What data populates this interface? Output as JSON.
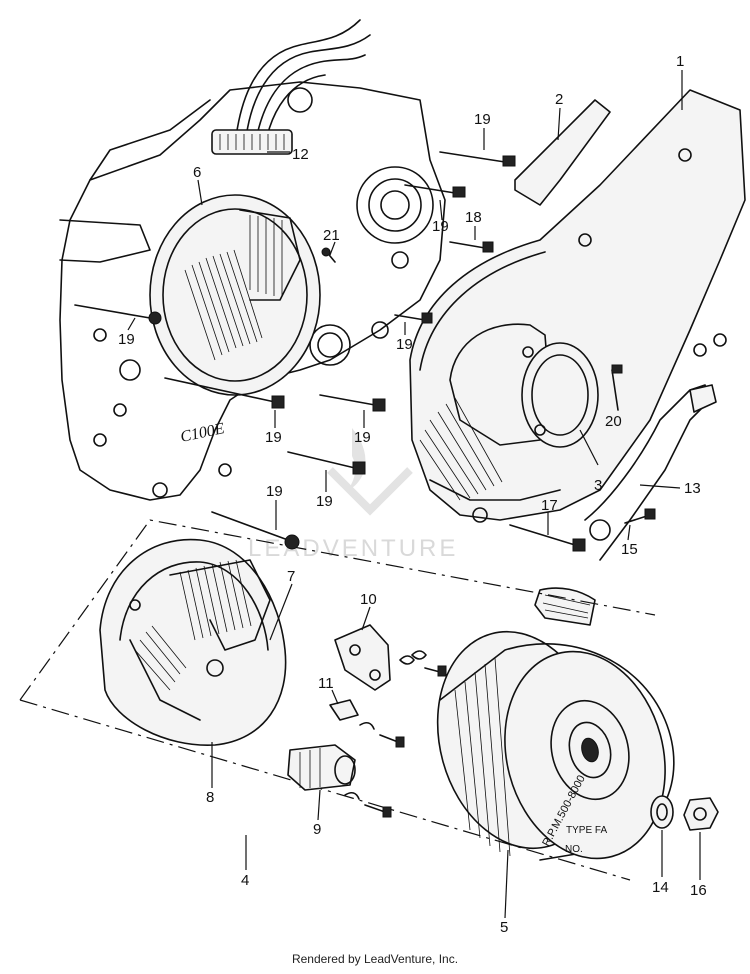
{
  "watermark": "LEADVENTURE",
  "footer": "Rendered by LeadVenture, Inc.",
  "callouts": [
    "1",
    "2",
    "3",
    "4",
    "5",
    "6",
    "7",
    "8",
    "9",
    "10",
    "11",
    "12",
    "13",
    "14",
    "15",
    "16",
    "17",
    "18",
    "19",
    "19",
    "19",
    "19",
    "19",
    "19",
    "19",
    "19",
    "20",
    "21"
  ],
  "engine_marking": "C100E",
  "flywheel_marking": "R.P.M.500-8000",
  "flywheel_type": "TYPE FA",
  "flywheel_no": "NO."
}
